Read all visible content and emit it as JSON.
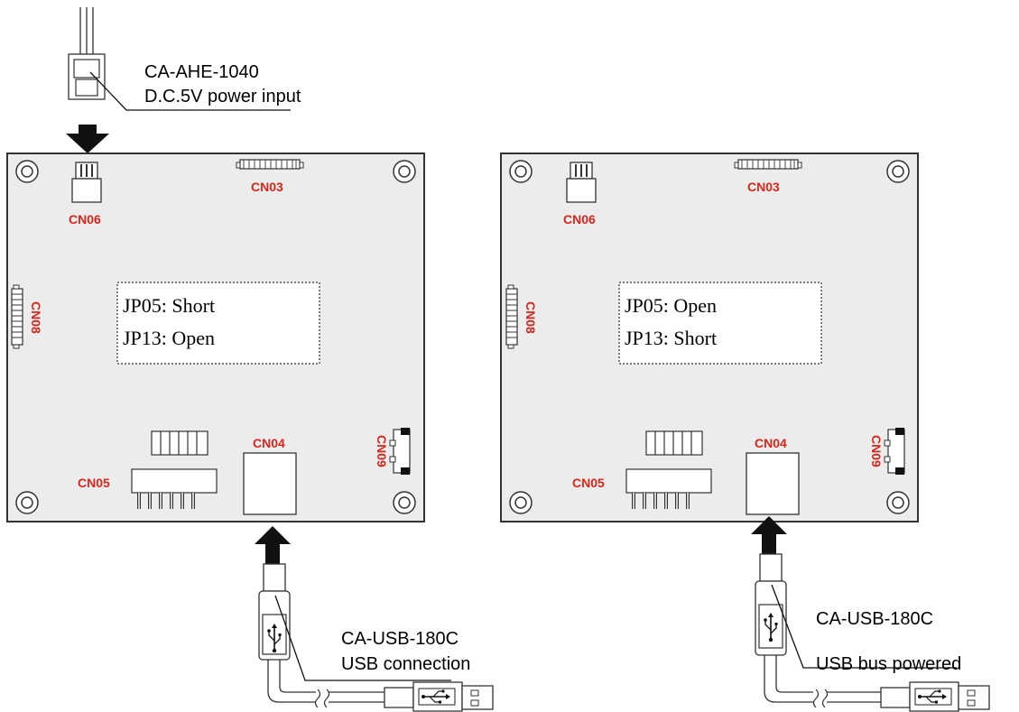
{
  "colors": {
    "board_fill": "#ececec",
    "board_edge": "#333333",
    "connector_label": "#d9261c",
    "ink": "#000000"
  },
  "left": {
    "power": {
      "model": "CA-AHE-1040",
      "desc": "D.C.5V power input"
    },
    "connectors": {
      "cn06": "CN06",
      "cn03": "CN03",
      "cn08": "CN08",
      "cn05": "CN05",
      "cn04": "CN04",
      "cn09": "CN09"
    },
    "jumpers": [
      "JP05: Short",
      "JP13: Open"
    ],
    "usb": {
      "model": "CA-USB-180C",
      "desc": "USB connection"
    }
  },
  "right": {
    "connectors": {
      "cn06": "CN06",
      "cn03": "CN03",
      "cn08": "CN08",
      "cn05": "CN05",
      "cn04": "CN04",
      "cn09": "CN09"
    },
    "jumpers": [
      "JP05: Open",
      "JP13: Short"
    ],
    "usb": {
      "model": "CA-USB-180C",
      "desc": "USB bus powered"
    }
  }
}
